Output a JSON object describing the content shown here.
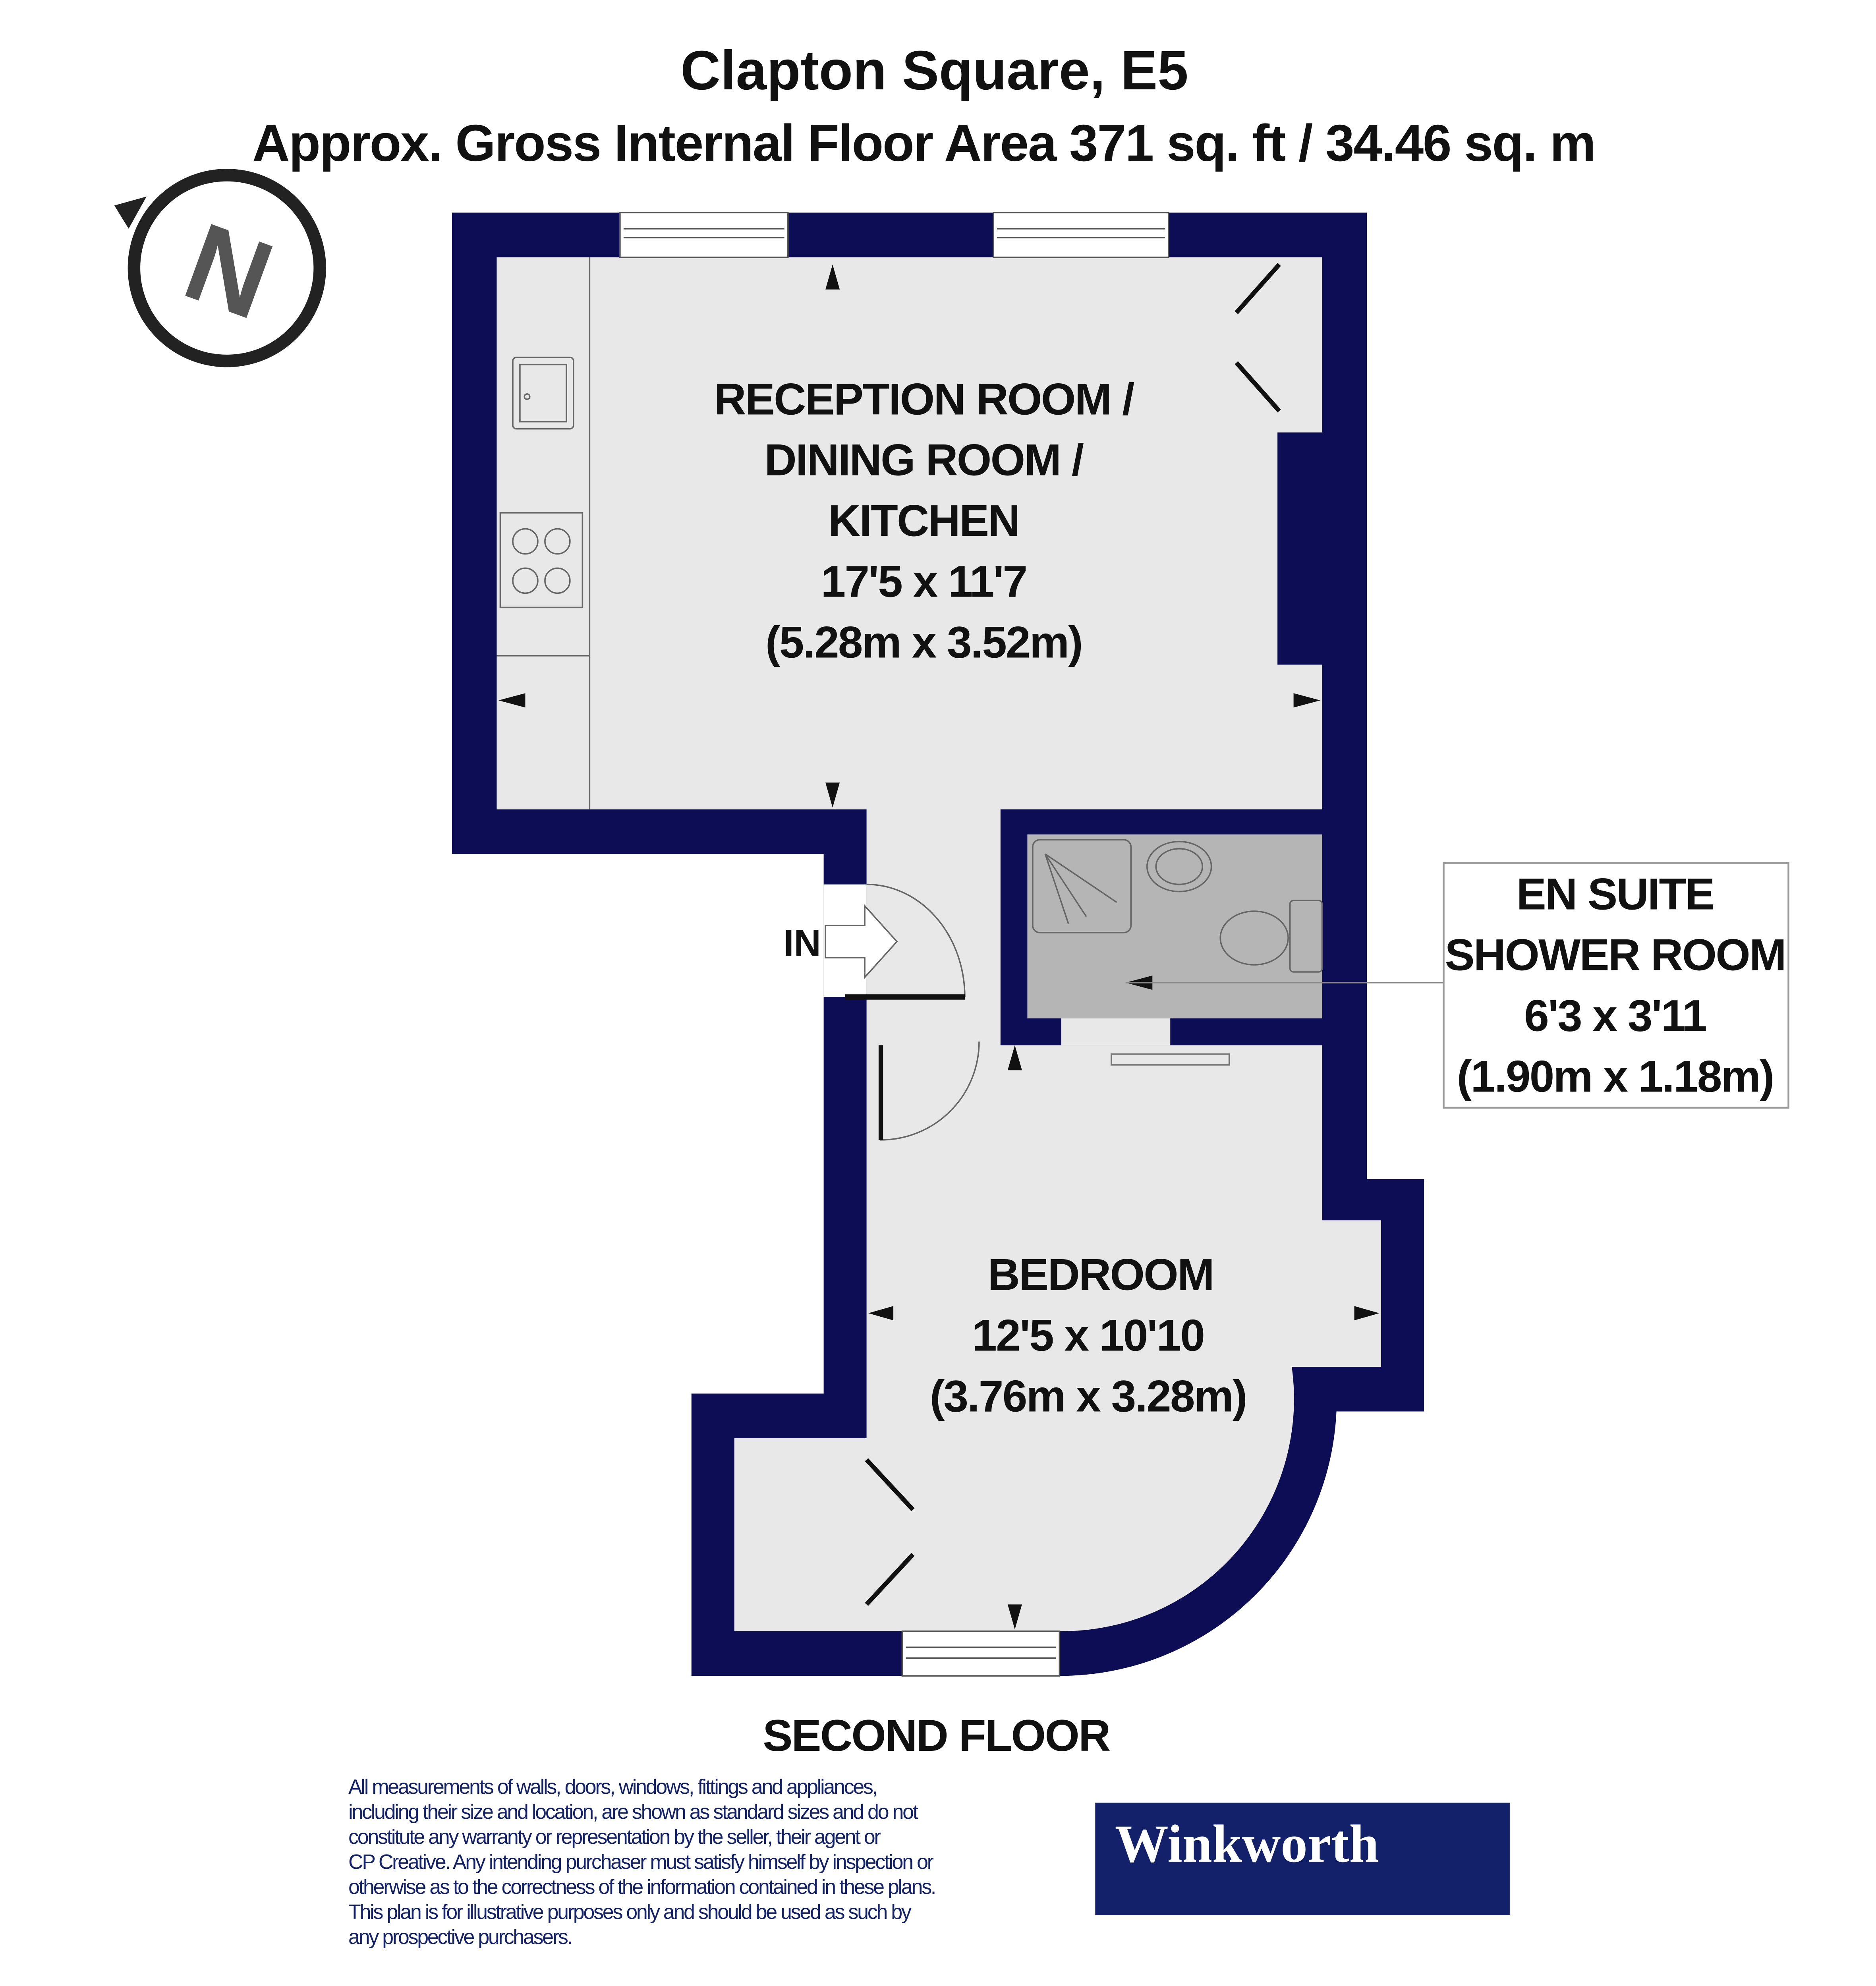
{
  "header": {
    "title": "Clapton Square, E5",
    "subtitle": "Approx. Gross Internal Floor Area 371 sq. ft / 34.46 sq. m"
  },
  "compass": {
    "letter": "N",
    "icon": "north-compass-icon"
  },
  "rooms": {
    "reception": {
      "lines": [
        "RECEPTION ROOM /",
        "DINING ROOM /",
        "KITCHEN",
        "17'5 x 11'7",
        "(5.28m x 3.52m)"
      ]
    },
    "ensuite": {
      "lines": [
        "EN SUITE",
        "SHOWER ROOM",
        "6'3 x 3'11",
        "(1.90m x 1.18m)"
      ]
    },
    "bedroom": {
      "lines": [
        "BEDROOM",
        "12'5 x 10'10",
        "(3.76m x 3.28m)"
      ]
    }
  },
  "entrance_label": "IN",
  "floor_label": "SECOND FLOOR",
  "disclaimer": [
    "All measurements of walls, doors, windows, fittings and appliances,",
    "including their size and location, are shown as standard sizes and do not",
    "constitute any warranty or representation by the seller, their agent or",
    "CP Creative. Any intending purchaser must satisfy himself by inspection or",
    "otherwise as to the correctness of the information contained in these plans.",
    "This plan is for illustrative purposes only and should be used as such by",
    "any prospective purchasers."
  ],
  "logo": {
    "text": "Winkworth"
  },
  "colors": {
    "wall": "#0d0d55",
    "floor": "#e8e8e8",
    "ensuite": "#b5b5b5",
    "brand": "#13216a"
  }
}
